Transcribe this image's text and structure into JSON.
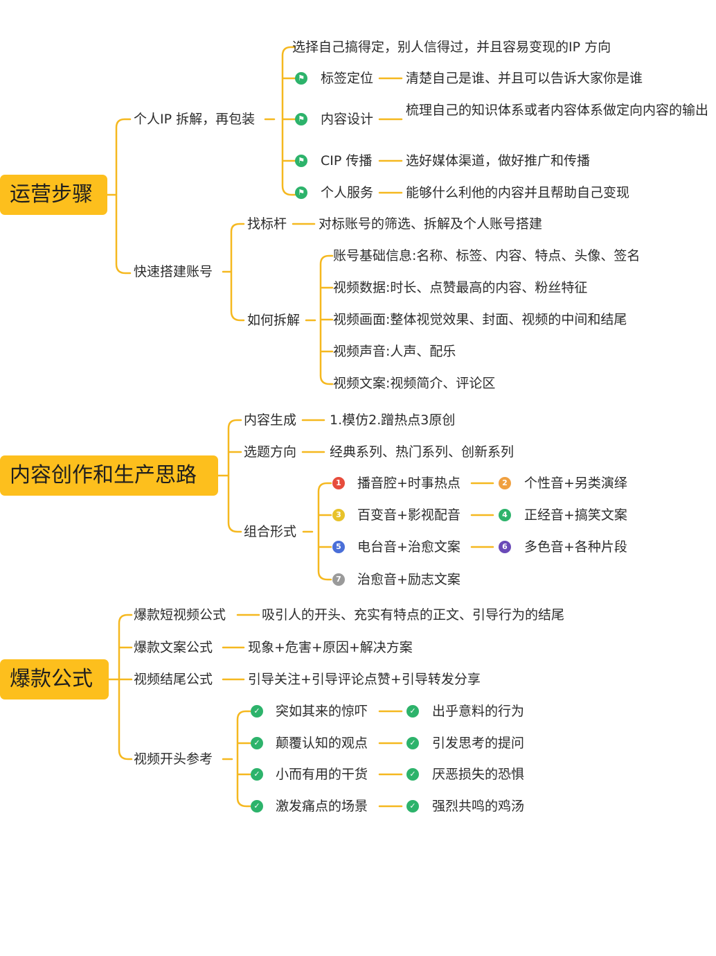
{
  "colors": {
    "branch": "#f5b81f",
    "root_fill": "#fdbf1d",
    "flag_icon": "#2db36b",
    "check_icon": "#2db36b",
    "num_1": "#e74c3c",
    "num_2": "#f0a040",
    "num_3": "#e8c22a",
    "num_4": "#2db36b",
    "num_5": "#4a6fd8",
    "num_6": "#6a4ab8",
    "num_7": "#9a9a9a"
  },
  "sec1": {
    "root": "运营步骤",
    "b1": {
      "label": "个人IP 拆解，再包装",
      "intro": "选择自己搞得定，别人信得过，并且容易变现的IP 方向",
      "items": [
        {
          "label": "标签定位",
          "desc": "清楚自己是谁、并且可以告诉大家你是谁"
        },
        {
          "label": "内容设计",
          "desc": "梳理自己的知识体系或者内容体系做定向内容的输出"
        },
        {
          "label": "CIP 传播",
          "desc": "选好媒体渠道，做好推广和传播"
        },
        {
          "label": "个人服务",
          "desc": "能够什么利他的内容并且帮助自己变现"
        }
      ]
    },
    "b2": {
      "label": "快速搭建账号",
      "c1": {
        "label": "找标杆",
        "desc": "对标账号的筛选、拆解及个人账号搭建"
      },
      "c2": {
        "label": "如何拆解",
        "items": [
          "账号基础信息:名称、标签、内容、特点、头像、签名",
          "视频数据:时长、点赞最高的内容、粉丝特征",
          "视频画面:整体视觉效果、封面、视频的中间和结尾",
          "视频声音:人声、配乐",
          "视频文案:视频简介、评论区"
        ]
      }
    }
  },
  "sec2": {
    "root": "内容创作和生产思路",
    "b1": {
      "label": "内容生成",
      "desc": "1.模仿2.蹭热点3原创"
    },
    "b2": {
      "label": "选题方向",
      "desc": "经典系列、热门系列、创新系列"
    },
    "b3": {
      "label": "组合形式",
      "items": [
        {
          "num": "1",
          "text": "播音腔+时事热点"
        },
        {
          "num": "2",
          "text": "个性音+另类演绎"
        },
        {
          "num": "3",
          "text": "百变音+影视配音"
        },
        {
          "num": "4",
          "text": "正经音+搞笑文案"
        },
        {
          "num": "5",
          "text": "电台音+治愈文案"
        },
        {
          "num": "6",
          "text": "多色音+各种片段"
        },
        {
          "num": "7",
          "text": "治愈音+励志文案"
        }
      ]
    }
  },
  "sec3": {
    "root": "爆款公式",
    "b1": {
      "label": "爆款短视频公式",
      "desc": "吸引人的开头、充实有特点的正文、引导行为的结尾"
    },
    "b2": {
      "label": "爆款文案公式",
      "desc": "现象+危害+原因+解决方案"
    },
    "b3": {
      "label": "视频结尾公式",
      "desc": "引导关注+引导评论点赞+引导转发分享"
    },
    "b4": {
      "label": "视频开头参考",
      "items": [
        [
          "突如其来的惊吓",
          "出乎意料的行为"
        ],
        [
          "颠覆认知的观点",
          "引发思考的提问"
        ],
        [
          "小而有用的干货",
          "厌恶损失的恐惧"
        ],
        [
          "激发痛点的场景",
          "强烈共鸣的鸡汤"
        ]
      ]
    }
  }
}
